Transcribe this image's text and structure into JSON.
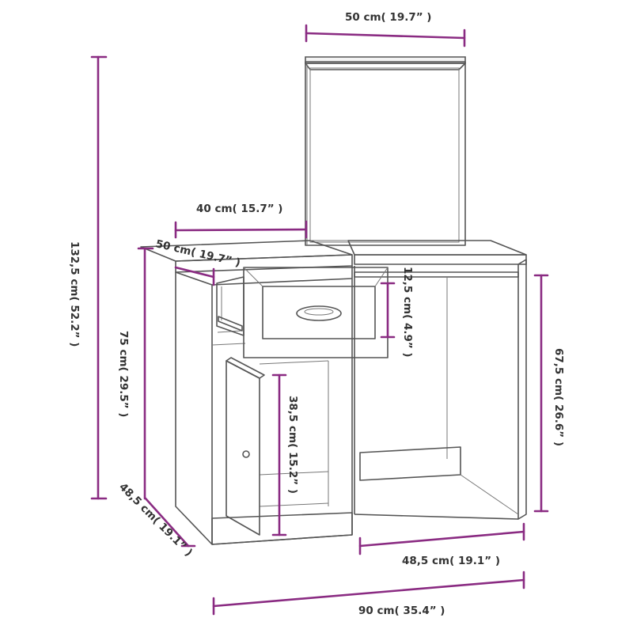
{
  "dimensions": {
    "mirror_width": "50 cm( 19.7” )",
    "drawer_width": "40 cm( 15.7” )",
    "drawer_depth": "50 cm( 19.7” )",
    "total_height": "132,5 cm( 52.2” )",
    "table_height": "75 cm( 29.5” )",
    "drawer_height": "12,5 cm( 4.9” )",
    "cabinet_height": "38,5 cm( 15.2” )",
    "knee_height": "67,5 cm( 26.6” )",
    "depth": "48,5 cm( 19.1” )",
    "knee_width": "48,5 cm( 19.1” )",
    "total_width": "90 cm( 35.4” )"
  },
  "colors": {
    "dimension_line": "#8a2b82",
    "outline": "#555555"
  }
}
